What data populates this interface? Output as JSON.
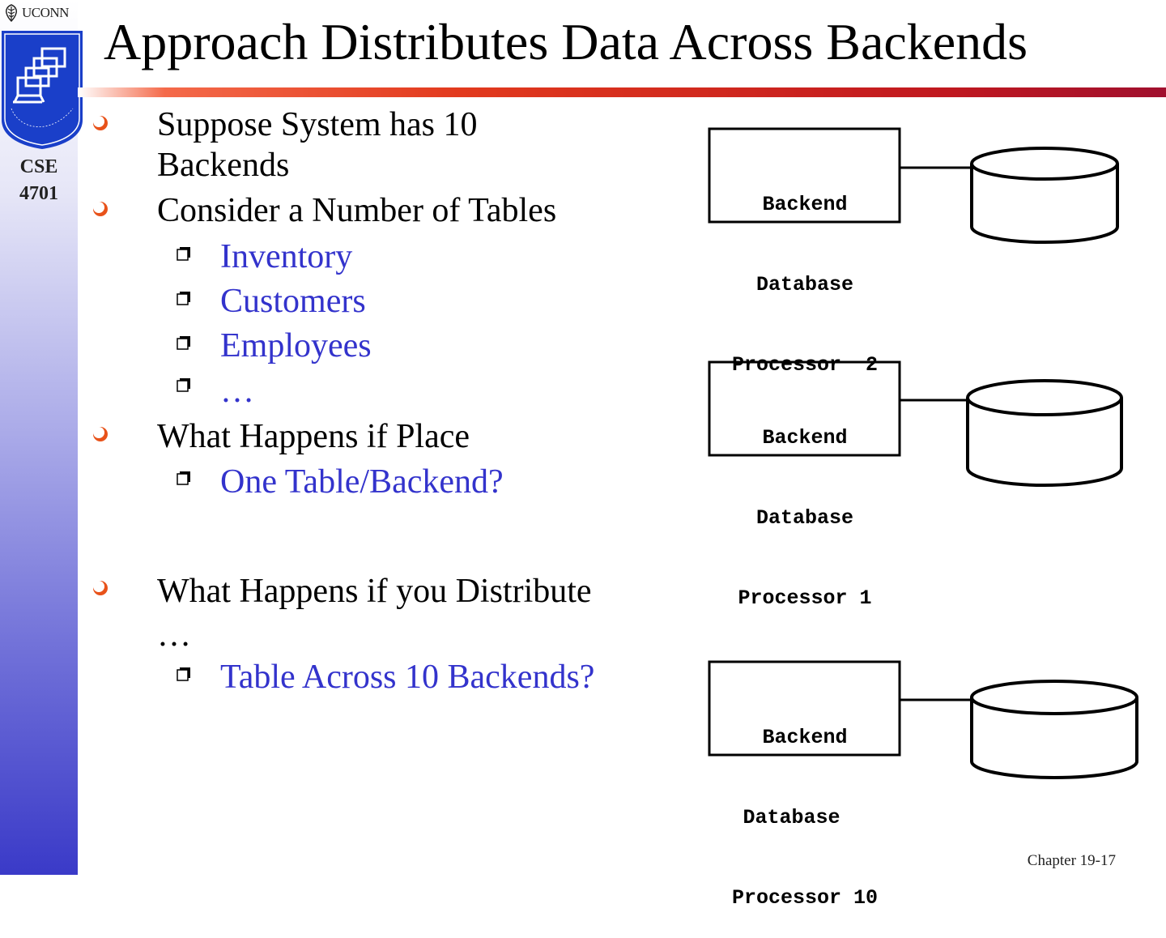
{
  "branding": {
    "university": "UCONN",
    "course_lines": [
      "CSE",
      "4701"
    ]
  },
  "title": "Approach Distributes Data Across Backends",
  "bullets": [
    {
      "text": [
        "Suppose System has 10",
        "Backends"
      ]
    },
    {
      "text": [
        "Consider a Number of Tables"
      ],
      "sub": [
        "Inventory",
        "Customers",
        "Employees",
        "…"
      ]
    },
    {
      "text": [
        "What Happens  if Place"
      ],
      "sub": [
        "One Table/Backend?"
      ]
    },
    {
      "text": [
        "What Happens if you Distribute",
        "…"
      ],
      "sub": [
        "Table Across 10 Backends?"
      ]
    }
  ],
  "processors": [
    {
      "lines": [
        "Backend",
        "Database",
        "Processor  2"
      ]
    },
    {
      "lines": [
        "Backend",
        "Database",
        "Processor 1"
      ]
    },
    {
      "lines": [
        "Backend",
        "Database ",
        "Processor 10"
      ]
    }
  ],
  "footer": "Chapter 19-17",
  "colors": {
    "sub_bullet_text": "#3333cc",
    "title_bar": "#e23a1e",
    "bullet": "#e8521a"
  }
}
